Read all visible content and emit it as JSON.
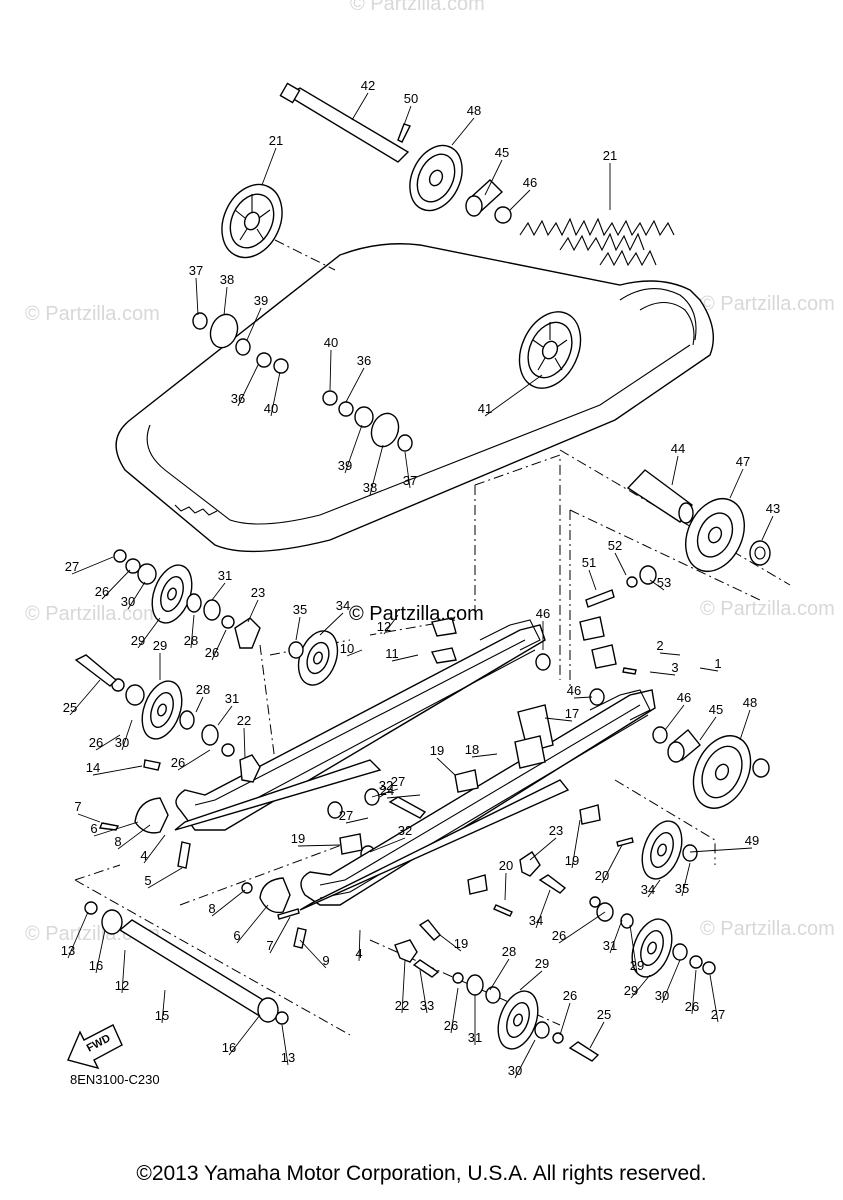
{
  "diagram": {
    "code": "8EN3100-C230",
    "fwd_label": "FWD",
    "copyright": "©2013 Yamaha Motor Corporation, U.S.A. All rights reserved.",
    "watermark_main": "© Partzilla.com",
    "watermark_faint": "© Partzilla.com",
    "callouts": [
      "1",
      "2",
      "3",
      "4",
      "5",
      "6",
      "7",
      "8",
      "9",
      "10",
      "11",
      "12",
      "13",
      "14",
      "15",
      "16",
      "17",
      "18",
      "19",
      "20",
      "21",
      "22",
      "23",
      "24",
      "25",
      "26",
      "27",
      "28",
      "29",
      "30",
      "31",
      "32",
      "33",
      "34",
      "35",
      "36",
      "37",
      "38",
      "39",
      "40",
      "41",
      "42",
      "43",
      "44",
      "45",
      "46",
      "47",
      "48",
      "49",
      "50",
      "51",
      "52",
      "53"
    ]
  }
}
